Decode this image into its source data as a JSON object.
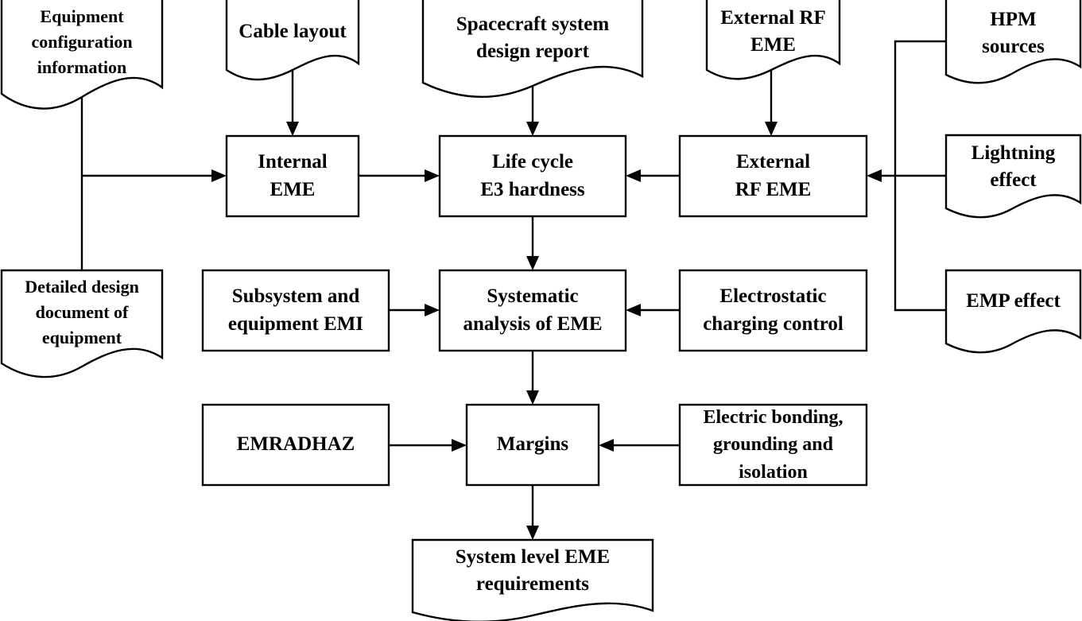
{
  "nodes": {
    "equip_config": "Equipment\nconfiguration\ninformation",
    "cable_layout": "Cable layout",
    "spacecraft_report": "Spacecraft system\ndesign report",
    "external_rf_doc": "External RF\nEME",
    "hpm_sources": "HPM\nsources",
    "lightning_effect": "Lightning\neffect",
    "emp_effect": "EMP effect",
    "detailed_design": "Detailed design\ndocument of\nequipment",
    "internal_eme": "Internal\nEME",
    "life_cycle": "Life cycle\nE3 hardness",
    "external_rf_eme": "External\nRF EME",
    "subsystem_emi": "Subsystem and\nequipment EMI",
    "systematic_analysis": "Systematic\nanalysis of EME",
    "electrostatic": "Electrostatic\ncharging control",
    "emradhaz": "EMRADHAZ",
    "margins": "Margins",
    "bonding": "Electric bonding,\ngrounding and\nisolation",
    "system_requirements": "System level EME\nrequirements"
  }
}
